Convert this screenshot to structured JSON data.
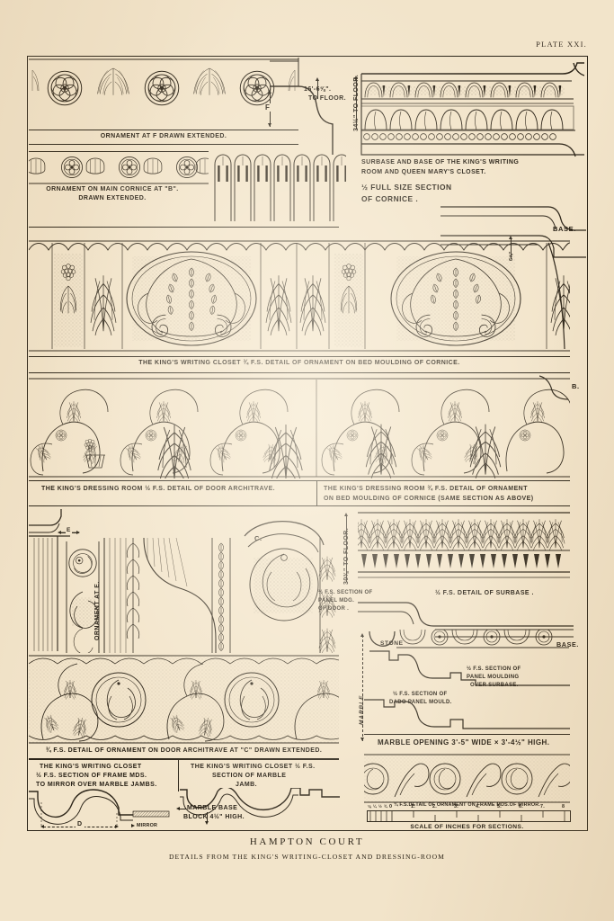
{
  "plate": {
    "number": "PLATE XXI."
  },
  "title": {
    "main": "HAMPTON COURT",
    "sub": "DETAILS FROM THE KING'S WRITING-CLOSET AND DRESSING-ROOM"
  },
  "captions": {
    "ornament_f": "ORNAMENT AT F DRAWN EXTENDED.",
    "ornament_b_l1": "ORNAMENT ON MAIN CORNICE AT \"B\".",
    "ornament_b_l2": "DRAWN EXTENDED.",
    "surbase_l1": "SURBASE AND BASE OF THE KING'S WRITING",
    "surbase_l2": "ROOM AND QUEEN MARY'S CLOSET.",
    "half_fs_l1": "½ FULL SIZE SECTION",
    "half_fs_l2": "OF CORNICE .",
    "writing_closet_bed_mould": "THE KING'S WRITING CLOSET  ¾ F.S. DETAIL OF ORNAMENT  ON BED MOULDING OF CORNICE.",
    "dressing_architrave": "THE KING'S DRESSING ROOM ½ F.S. DETAIL OF DOOR ARCHITRAVE.",
    "dressing_bed_mould_l1": "THE KING'S DRESSING ROOM  ¾ F.S. DETAIL OF ORNAMENT",
    "dressing_bed_mould_l2": "ON BED MOULDING OF CORNICE  (SAME SECTION AS ABOVE)",
    "panel_mdg_door_l1": "½ F.S. SECTION OF",
    "panel_mdg_door_l2": "PANEL MDG.",
    "panel_mdg_door_l3": "OF DOOR .",
    "detail_surbase": "½ F.S. DETAIL OF SURBASE .",
    "panel_mould_over_surbase_l1": "½ F.S. SECTION OF",
    "panel_mould_over_surbase_l2": "PANEL MOULDING",
    "panel_mould_over_surbase_l3": "OVER  SURBASE.",
    "dado_panel_mould_l1": "½ F.S. SECTION OF",
    "dado_panel_mould_l2": "DADO PANEL MOULD.",
    "marble_opening": "MARBLE OPENING    3'-5\" WIDE × 3'-4½\" HIGH.",
    "architrave_at_c": "¾ F.S. DETAIL OF ORNAMENT ON DOOR  ARCHITRAVE AT \"C\" DRAWN  EXTENDED.",
    "frame_mds_l1": "THE KING'S WRITING  CLOSET",
    "frame_mds_l2": "½ F.S. SECTION OF FRAME MDS.",
    "frame_mds_l3": "TO MIRROR OVER MARBLE JAMBS.",
    "marble_jamb_l1": "THE KING'S WRITING CLOSET ½ F.S.",
    "marble_jamb_l2": "SECTION  OF MARBLE",
    "marble_jamb_l3": "JAMB.",
    "marble_base_l1": "MARBLE   BASE",
    "marble_base_l2": "BLOCK  4½\" HIGH.",
    "frame_mds_mirror": "¾ F.S.DETAIL OF ORNAMENT ON FRAME  MDS.OF MIRROR.",
    "scale_of_inches": "SCALE  OF INCHES  FOR  SECTIONS."
  },
  "labels": {
    "dim_to_floor_16": "16'-6⅝\".",
    "dim_to_floor_16_b": "TO FLOOR.",
    "dim_f": "F",
    "dim_34": "34½\" TO FLOOR.",
    "dim_6_58": "6⅝\"",
    "base_right_top": "BASE.",
    "base_right_lower": "BASE.",
    "point_b": "B.",
    "point_c": "C.",
    "point_d": "D",
    "point_e": "E",
    "ornament_at_e": "ORNAMENT AT E.",
    "dim_30": "30⅜\" TO FLOOR.",
    "marble_vert": "MARBLE",
    "stone": "STONE",
    "mirror": "MIRROR"
  },
  "scale_ruler": {
    "ticks": [
      "0",
      "1.",
      "2.",
      "3.",
      "4.",
      "5.",
      "6.",
      "7.",
      "8"
    ],
    "sub_ticks": [
      "⅛",
      "¼",
      "½",
      "¾"
    ]
  },
  "colors": {
    "paper": "#f2e4ca",
    "ink": "#2b2418",
    "ink_light": "#6d6049"
  }
}
